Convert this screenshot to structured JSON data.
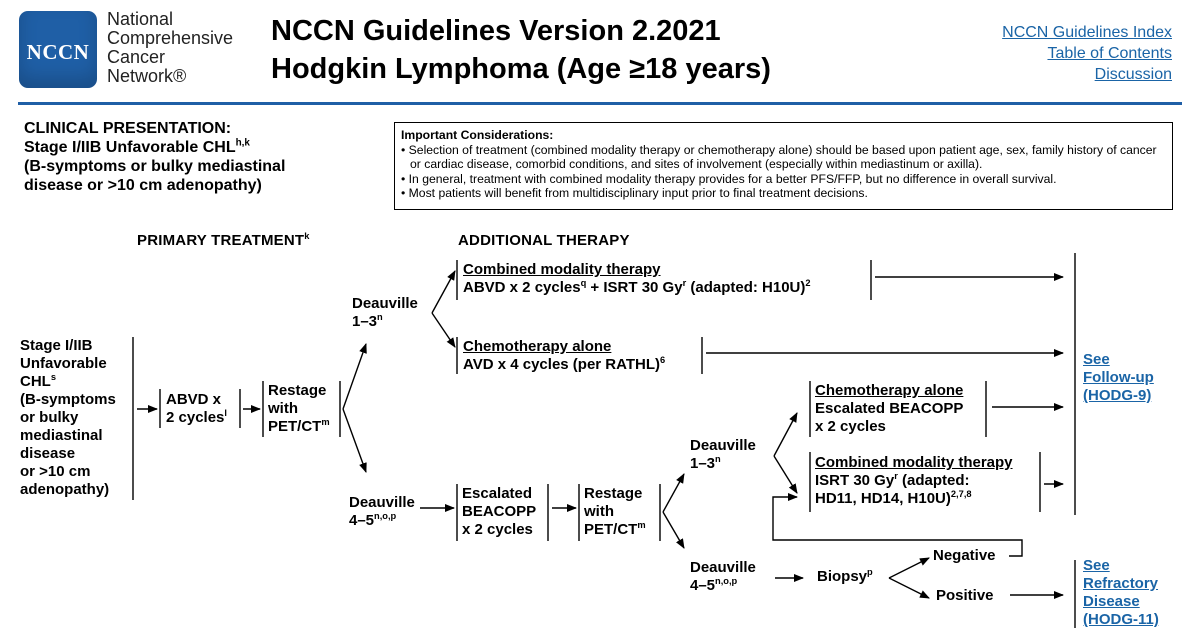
{
  "header": {
    "logo_text": "NCCN",
    "org_lines": [
      "National",
      "Comprehensive",
      "Cancer",
      "Network®"
    ],
    "title_line1": "NCCN Guidelines Version 2.2021",
    "title_line2": "Hodgkin Lymphoma (Age ≥18 years)",
    "links": [
      "NCCN Guidelines Index",
      "Table of Contents",
      "Discussion"
    ]
  },
  "clinical_presentation": {
    "heading": "CLINICAL PRESENTATION:",
    "stage_text": "Stage I/IIB Unfavorable CHL",
    "stage_sup": "h,k",
    "line2": "(B-symptoms or bulky mediastinal",
    "line3": "disease or >10 cm adenopathy)"
  },
  "considerations": {
    "title": "Important Considerations:",
    "bullets": [
      "Selection of treatment (combined modality therapy or chemotherapy alone) should be based upon patient age, sex, family history of cancer or cardiac disease, comorbid conditions, and sites of involvement (especially within mediastinum or axilla).",
      "In general, treatment with combined modality therapy provides for a better PFS/FFP, but no difference in overall survival.",
      "Most patients will benefit from multidisciplinary input prior to final treatment decisions."
    ]
  },
  "flow": {
    "col_primary": "PRIMARY TREATMENT",
    "col_primary_sup": "k",
    "col_additional": "ADDITIONAL THERAPY",
    "stage_lines": [
      "Stage I/IIB",
      "Unfavorable",
      "CHL",
      "(B-symptoms",
      "or bulky",
      "mediastinal",
      "disease",
      "or >10 cm",
      "adenopathy)"
    ],
    "stage_sup": "s",
    "abvd_line1": "ABVD x",
    "abvd_line2": "2 cycles",
    "abvd_sup": "l",
    "restage1": [
      "Restage",
      "with",
      "PET/CT"
    ],
    "restage_sup": "m",
    "deauville_13": "Deauville",
    "deauville_13b": "1–3",
    "deauville_13_sup": "n",
    "deauville_45": "Deauville",
    "deauville_45b": "4–5",
    "deauville_45_sup": "n,o,p",
    "cmt_heading": "Combined modality therapy",
    "cmt_text": "ABVD x 2 cycles",
    "cmt_sup_q": "q",
    "cmt_text2": " + ISRT 30 Gy",
    "cmt_sup_r": "r",
    "cmt_text3": " (adapted: H10U)",
    "cmt_sup_2": "2",
    "chemo_heading": "Chemotherapy alone",
    "chemo_text": "AVD x 4 cycles (per RATHL)",
    "chemo_sup": "6",
    "esc_beacopp": [
      "Escalated",
      "BEACOPP",
      "x 2 cycles"
    ],
    "restage2": [
      "Restage",
      "with",
      "PET/CT"
    ],
    "deauville2_13": "Deauville",
    "deauville2_13b": "1–3",
    "deauville2_13_sup": "n",
    "deauville2_45": "Deauville",
    "deauville2_45b": "4–5",
    "deauville2_45_sup": "n,o,p",
    "chemo2_heading": "Chemotherapy alone",
    "chemo2_lines": [
      "Escalated BEACOPP",
      "x 2 cycles"
    ],
    "cmt2_heading": "Combined modality therapy",
    "cmt2_line1": "ISRT 30 Gy",
    "cmt2_line1_sup": "r",
    "cmt2_line1_end": " (adapted:",
    "cmt2_line2": "HD11, HD14, H10U)",
    "cmt2_line2_sup": "2,7,8",
    "biopsy": "Biopsy",
    "biopsy_sup": "p",
    "negative": "Negative",
    "positive": "Positive",
    "see_followup": [
      "See",
      "Follow-up",
      "(HODG-9)"
    ],
    "see_refractory": [
      "See",
      "Refractory",
      "Disease",
      "(HODG-11)"
    ]
  }
}
